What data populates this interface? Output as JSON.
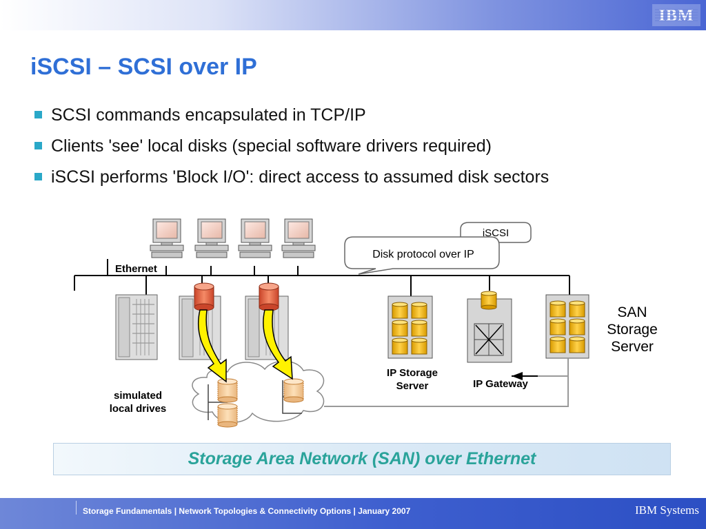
{
  "header": {
    "logo": "IBM"
  },
  "slide": {
    "title": "iSCSI – SCSI over IP",
    "bullets": [
      "SCSI commands encapsulated in TCP/IP",
      "Clients 'see' local disks (special software drivers required)",
      "iSCSI performs 'Block I/O': direct access to assumed disk sectors"
    ]
  },
  "diagram": {
    "iscsi_label": "iSCSI",
    "callout": "Disk protocol over IP",
    "ethernet": "Ethernet",
    "simulated_line1": "simulated",
    "simulated_line2": "local drives",
    "ip_storage_line1": "IP Storage",
    "ip_storage_line2": "Server",
    "ip_gateway": "IP Gateway",
    "san_line1": "SAN",
    "san_line2": "Storage",
    "san_line3": "Server"
  },
  "banner": {
    "text": "Storage Area Network (SAN) over Ethernet"
  },
  "footer": {
    "text": "Storage Fundamentals  | Network Topologies & Connectivity Options  |  January 2007",
    "brand": "IBM Systems"
  },
  "colors": {
    "title": "#2f6fd6",
    "bullet": "#2aa8c8",
    "banner_text": "#2aa39a",
    "disk": "#f5b800",
    "red_disk": "#e8603c"
  }
}
